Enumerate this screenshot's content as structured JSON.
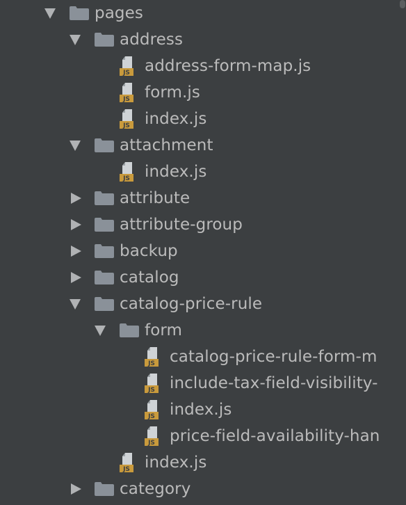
{
  "tree": {
    "rows": [
      {
        "type": "folder",
        "depth": 0,
        "expanded": true,
        "label": "pages"
      },
      {
        "type": "folder",
        "depth": 1,
        "expanded": true,
        "label": "address"
      },
      {
        "type": "file",
        "depth": 2,
        "label": "address-form-map.js"
      },
      {
        "type": "file",
        "depth": 2,
        "label": "form.js"
      },
      {
        "type": "file",
        "depth": 2,
        "label": "index.js"
      },
      {
        "type": "folder",
        "depth": 1,
        "expanded": true,
        "label": "attachment"
      },
      {
        "type": "file",
        "depth": 2,
        "label": "index.js"
      },
      {
        "type": "folder",
        "depth": 1,
        "expanded": false,
        "label": "attribute"
      },
      {
        "type": "folder",
        "depth": 1,
        "expanded": false,
        "label": "attribute-group"
      },
      {
        "type": "folder",
        "depth": 1,
        "expanded": false,
        "label": "backup"
      },
      {
        "type": "folder",
        "depth": 1,
        "expanded": false,
        "label": "catalog"
      },
      {
        "type": "folder",
        "depth": 1,
        "expanded": true,
        "label": "catalog-price-rule"
      },
      {
        "type": "folder",
        "depth": 2,
        "expanded": true,
        "label": "form"
      },
      {
        "type": "file",
        "depth": 3,
        "label": "catalog-price-rule-form-m"
      },
      {
        "type": "file",
        "depth": 3,
        "label": "include-tax-field-visibility-"
      },
      {
        "type": "file",
        "depth": 3,
        "label": "index.js"
      },
      {
        "type": "file",
        "depth": 3,
        "label": "price-field-availability-han"
      },
      {
        "type": "file",
        "depth": 2,
        "label": "index.js"
      },
      {
        "type": "folder",
        "depth": 1,
        "expanded": false,
        "label": "category"
      }
    ]
  },
  "icons": {
    "folder": "folder-icon",
    "js_file": "js-file-icon",
    "expanded": "chevron-down-icon",
    "collapsed": "chevron-right-icon"
  },
  "colors": {
    "background": "#3c3f41",
    "text": "#bbbbbb",
    "folder": "#8a9199",
    "js_badge": "#c99a3c",
    "arrow": "#b0b2b4"
  }
}
